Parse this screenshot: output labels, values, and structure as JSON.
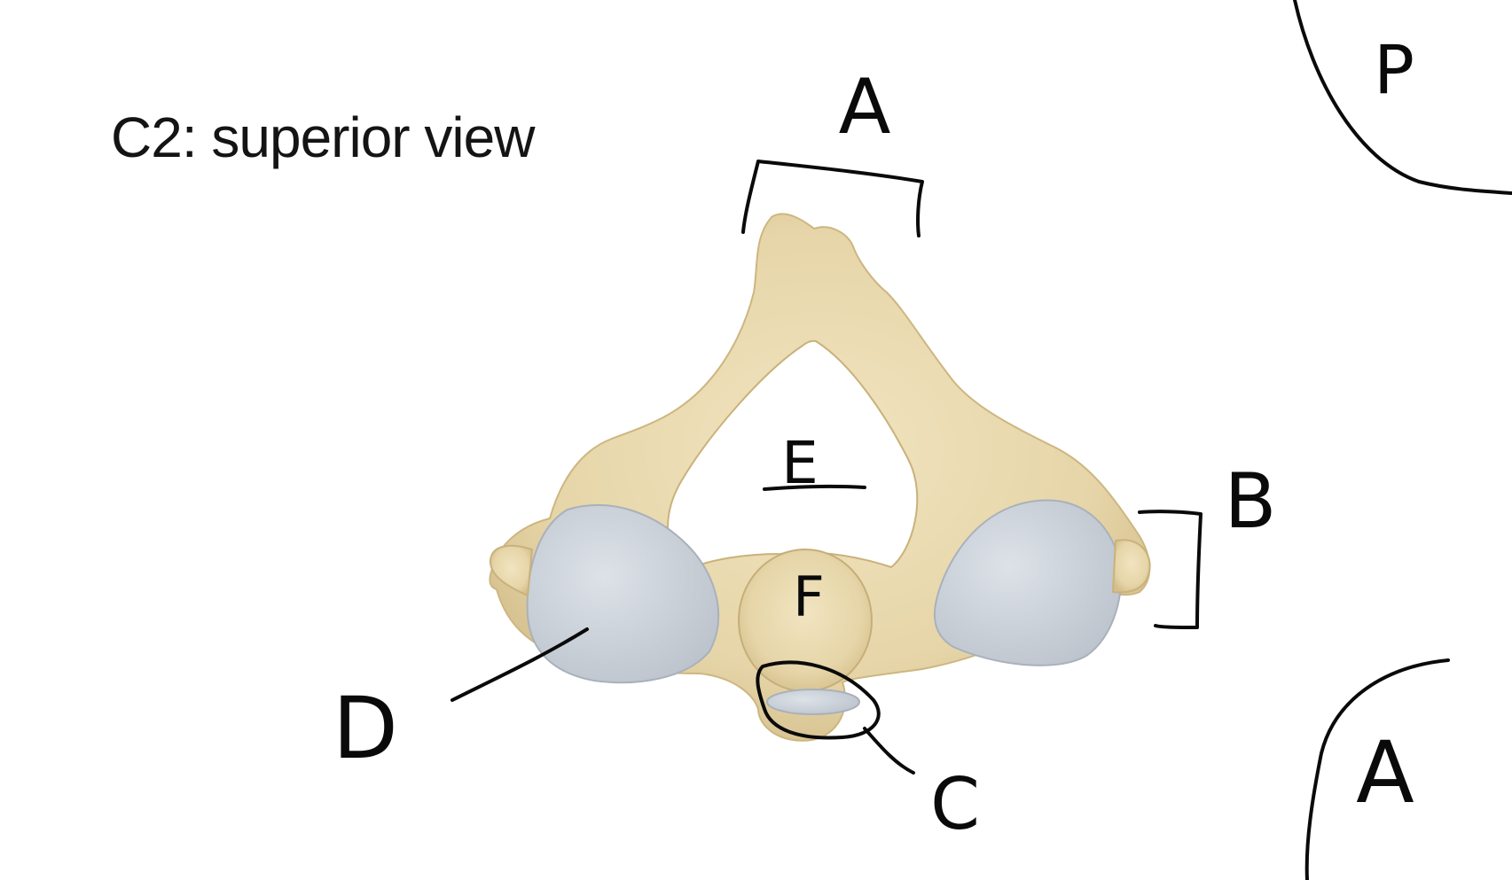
{
  "title": "C2: superior view",
  "labels": {
    "a": "A",
    "b": "B",
    "c": "C",
    "d": "D",
    "e": "E",
    "f": "F"
  },
  "orientation": {
    "posterior": "P",
    "anterior": "A"
  },
  "colors": {
    "bone": "#e9d9b0",
    "bone_shadow": "#d2bd8a",
    "cartilage": "#cdd3da",
    "ink": "#0a0a0a"
  }
}
